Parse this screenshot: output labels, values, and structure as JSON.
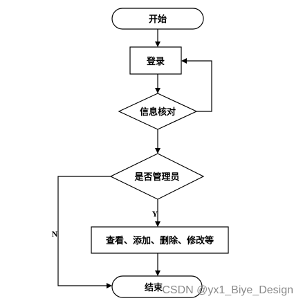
{
  "diagram": {
    "nodes": {
      "start": "开始",
      "login": "登录",
      "verify": "信息核对",
      "is_admin": "是否管理员",
      "actions": "查看、添加、删除、修改等",
      "end": "结束"
    },
    "edges": {
      "yes_label": "Y",
      "no_label": "N"
    }
  },
  "watermark": "CSDN @yx1_Biye_Design"
}
